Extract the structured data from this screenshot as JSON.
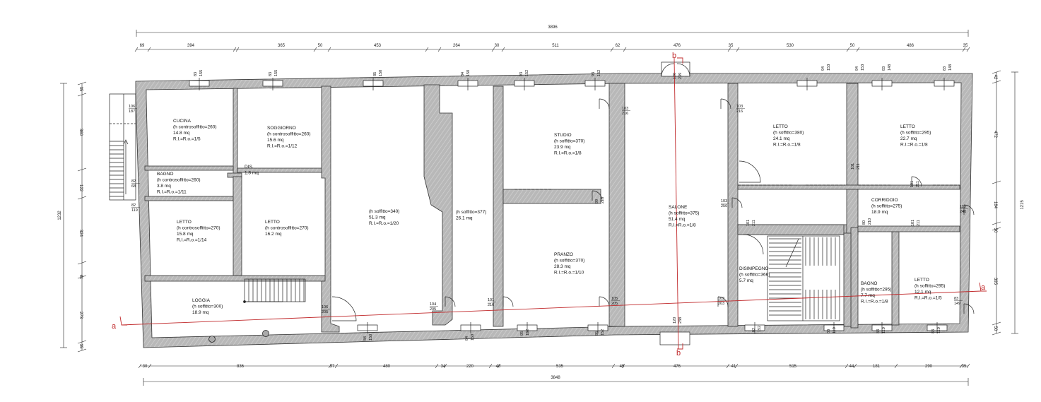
{
  "overall": {
    "top": "3896",
    "bottom": "3848",
    "left": "1232",
    "right": "1215"
  },
  "top_dims": [
    "69",
    "394",
    "365",
    "50",
    "453",
    "264",
    "30",
    "511",
    "62",
    "476",
    "35",
    "530",
    "50",
    "486",
    "35"
  ],
  "bottom_dims": [
    "30",
    "836",
    "37",
    "480",
    "34",
    "220",
    "40",
    "535",
    "45",
    "476",
    "41",
    "515",
    "44",
    "181",
    "290",
    "35"
  ],
  "left_dims": [
    "35",
    "360",
    "122",
    "324",
    "61",
    "273",
    "35"
  ],
  "right_dims": [
    "42",
    "472",
    "184",
    "30",
    "395",
    "50"
  ],
  "rooms": [
    {
      "name": "CUCINA",
      "h": "(h controsoffitto=260)",
      "area": "14.8 mq",
      "ratio": "R.I.=R.o.=1/5"
    },
    {
      "name": "SOGGIORNO",
      "h": "(h controsoffitto=260)",
      "area": "15.6 mq",
      "ratio": "R.I.=R.o.=1/12"
    },
    {
      "name": "DIS.",
      "h": "",
      "area": "1.8 mq",
      "ratio": ""
    },
    {
      "name": "BAGNO",
      "h": "(h controsoffitto=260)",
      "area": "3.8 mq",
      "ratio": "R.I.=R.o.=1/11"
    },
    {
      "name": "LETTO",
      "h": "(h controsoffitto=270)",
      "area": "15.8 mq",
      "ratio": "R.I.=R.o.=1/14"
    },
    {
      "name": "LETTO",
      "h": "(h controsoffitto=270)",
      "area": "16.2 mq",
      "ratio": ""
    },
    {
      "name": "LOGGIA",
      "h": "(h soffitto=300)",
      "area": "18.9 mq",
      "ratio": ""
    },
    {
      "name": "",
      "h": "(h soffitto=340)",
      "area": "51.3 mq",
      "ratio": "R.I.=R.o.=1/20"
    },
    {
      "name": "",
      "h": "(h soffitto=377)",
      "area": "26.1 mq",
      "ratio": ""
    },
    {
      "name": "STUDIO",
      "h": "(h soffitto=370)",
      "area": "23.9 mq",
      "ratio": "R.I.=R.o.=1/8"
    },
    {
      "name": "PRANZO",
      "h": "(h soffitto=370)",
      "area": "28.3 mq",
      "ratio": "R.I.=R.o.=1/10"
    },
    {
      "name": "SALONE",
      "h": "(h soffitto=375)",
      "area": "51.4 mq",
      "ratio": "R.I.=R.o.=1/8"
    },
    {
      "name": "LETTO",
      "h": "(h soffitto=380)",
      "area": "24.1 mq",
      "ratio": "R.I.=R.o.=1/8"
    },
    {
      "name": "LETTO",
      "h": "(h soffitto=295)",
      "area": "22.7 mq",
      "ratio": "R.I.=R.o.=1/8"
    },
    {
      "name": "CORRIDOIO",
      "h": "(h soffitto=275)",
      "area": "18.9 mq",
      "ratio": ""
    },
    {
      "name": "DISIMPEGNO",
      "h": "(h soffitto=366)",
      "area": "5.7 mq",
      "ratio": ""
    },
    {
      "name": "BAGNO",
      "h": "(h soffitto=295)",
      "area": "7.7 mq",
      "ratio": "R.I.=R.o.=1/8"
    },
    {
      "name": "LETTO",
      "h": "(h soffitto=295)",
      "area": "12.1 mq",
      "ratio": "R.I.=R.o.=1/5"
    }
  ],
  "openings": [
    [
      "83",
      "155"
    ],
    [
      "83",
      "155"
    ],
    [
      "85",
      "150"
    ],
    [
      "84",
      "150"
    ],
    [
      "93",
      "152"
    ],
    [
      "93",
      "152"
    ],
    [
      "120",
      "239"
    ],
    [
      "94",
      "153"
    ],
    [
      "94",
      "153"
    ],
    [
      "83",
      "148"
    ],
    [
      "83",
      "148"
    ],
    [
      "106",
      "187"
    ],
    [
      "103",
      "216"
    ],
    [
      "103",
      "216"
    ],
    [
      "82",
      "68"
    ],
    [
      "82",
      "119"
    ],
    [
      "99",
      "216"
    ],
    [
      "103",
      "250"
    ],
    [
      "101",
      "211"
    ],
    [
      "80",
      "210"
    ],
    [
      "101",
      "211"
    ],
    [
      "110",
      "240"
    ],
    [
      "104",
      "205"
    ],
    [
      "101",
      "216"
    ],
    [
      "105",
      "205"
    ],
    [
      "103",
      "203"
    ],
    [
      "83",
      "149"
    ],
    [
      "106",
      "205"
    ],
    [
      "84",
      "150"
    ],
    [
      "84",
      "150"
    ],
    [
      "95",
      "152"
    ],
    [
      "95",
      "152"
    ],
    [
      "120",
      "238"
    ],
    [
      "82",
      "152"
    ],
    [
      "83",
      "110"
    ],
    [
      "83",
      "110"
    ],
    [
      "83",
      "110"
    ],
    [
      "101",
      "211"
    ],
    [
      "101",
      "211"
    ]
  ],
  "sections": {
    "a": "a",
    "b": "b"
  }
}
